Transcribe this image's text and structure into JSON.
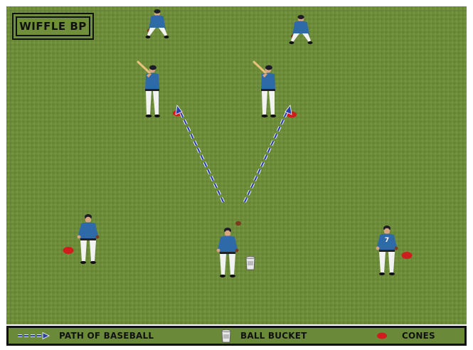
{
  "title": "WIFFLE BP",
  "legend": {
    "path_label": "PATH OF BASEBALL",
    "bucket_label": "BALL BUCKET",
    "cones_label": "CONES"
  },
  "players": {
    "front_right_number": "7"
  },
  "colors": {
    "grass": "#6f8f3b",
    "jersey": "#2f6aa8",
    "pants": "#f2f2f2",
    "cone": "#d01c1c",
    "path": "#2a3fae",
    "border": "#111111"
  },
  "icons": {
    "path_arrow": "dashed-arrow-icon",
    "bucket": "ball-bucket-icon",
    "cone": "cone-icon"
  }
}
